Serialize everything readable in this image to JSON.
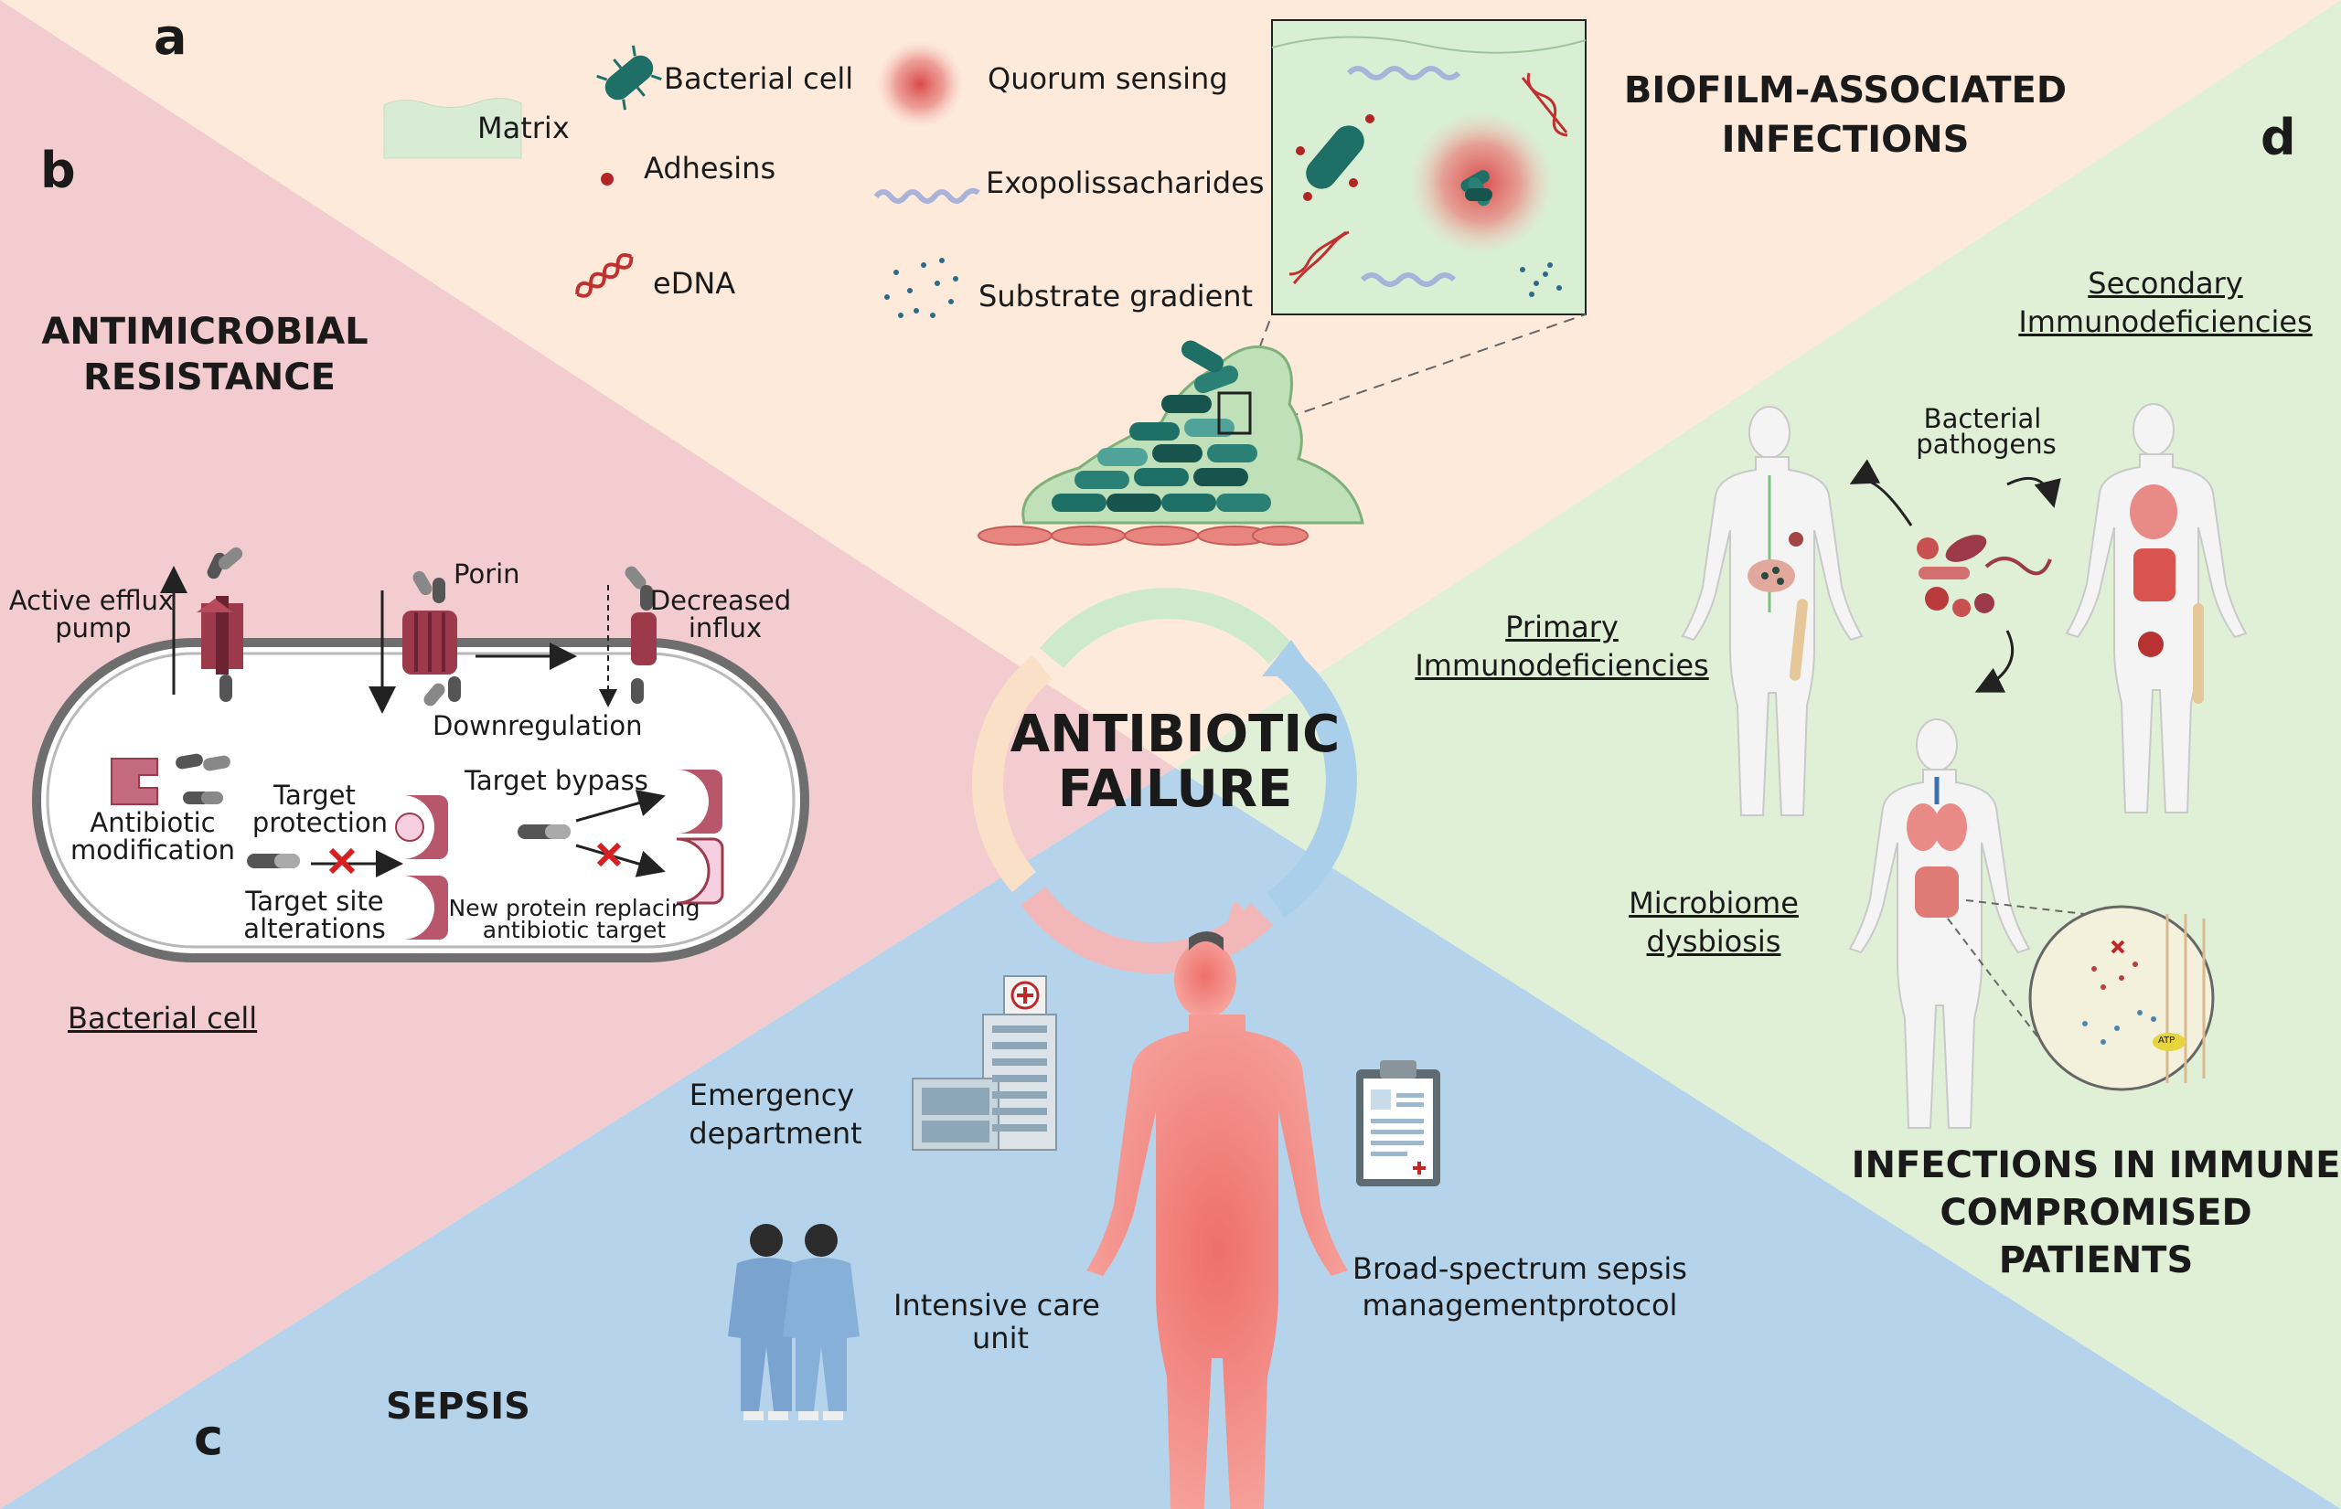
{
  "title": {
    "line1": "ANTIBIOTIC",
    "line2": "FAILURE"
  },
  "panel_letters": {
    "a": "a",
    "b": "b",
    "c": "c",
    "d": "d"
  },
  "panel_a": {
    "heading_line1": "BIOFILM-ASSOCIATED",
    "heading_line2": "INFECTIONS",
    "legend": {
      "matrix": "Matrix",
      "bacterial_cell": "Bacterial cell",
      "adhesins": "Adhesins",
      "edna": "eDNA",
      "quorum_sensing": "Quorum sensing",
      "exopolissacharides": "Exopolissacharides",
      "substrate_gradient": "Substrate gradient"
    }
  },
  "panel_b": {
    "heading_line1": "ANTIMICROBIAL",
    "heading_line2": "RESISTANCE",
    "bacterial_cell_label": "Bacterial cell",
    "active_efflux_line1": "Active efflux",
    "active_efflux_line2": "pump",
    "porin": "Porin",
    "decreased_influx_line1": "Decreased",
    "decreased_influx_line2": "influx",
    "downregulation": "Downregulation",
    "antibiotic_mod_line1": "Antibiotic",
    "antibiotic_mod_line2": "modification",
    "target_protection_line1": "Target",
    "target_protection_line2": "protection",
    "target_bypass": "Target bypass",
    "target_site_line1": "Target site",
    "target_site_line2": "alterations",
    "new_protein_line1": "New protein replacing",
    "new_protein_line2": "antibiotic target"
  },
  "panel_c": {
    "heading": "SEPSIS",
    "emergency_line1": "Emergency",
    "emergency_line2": "department",
    "icu_line1": "Intensive care",
    "icu_line2": "unit",
    "protocol_line1": "Broad-spectrum sepsis",
    "protocol_line2": "managementprotocol"
  },
  "panel_d": {
    "heading_line1": "INFECTIONS IN IMMUNE",
    "heading_line2": "COMPROMISED",
    "heading_line3": "PATIENTS",
    "secondary_line1": "Secondary",
    "secondary_line2": "Immunodeficiencies",
    "bacterial_pathogens_line1": "Bacterial",
    "bacterial_pathogens_line2": "pathogens",
    "primary_line1": "Primary",
    "primary_line2": "Immunodeficiencies",
    "microbiome_line1": "Microbiome",
    "microbiome_line2": "dysbiosis",
    "atp_badge": "ATP"
  },
  "colors": {
    "panel_a_bg": "#fdeadb",
    "panel_b_bg": "#f2cccf",
    "panel_c_bg": "#b5d4ec",
    "panel_d_bg": "#dff0d6",
    "bacteria_teal": "#1e6f66",
    "protein_maroon": "#9c3a4c",
    "quorum_red": "#e07272",
    "body_red": "#f07c78"
  }
}
